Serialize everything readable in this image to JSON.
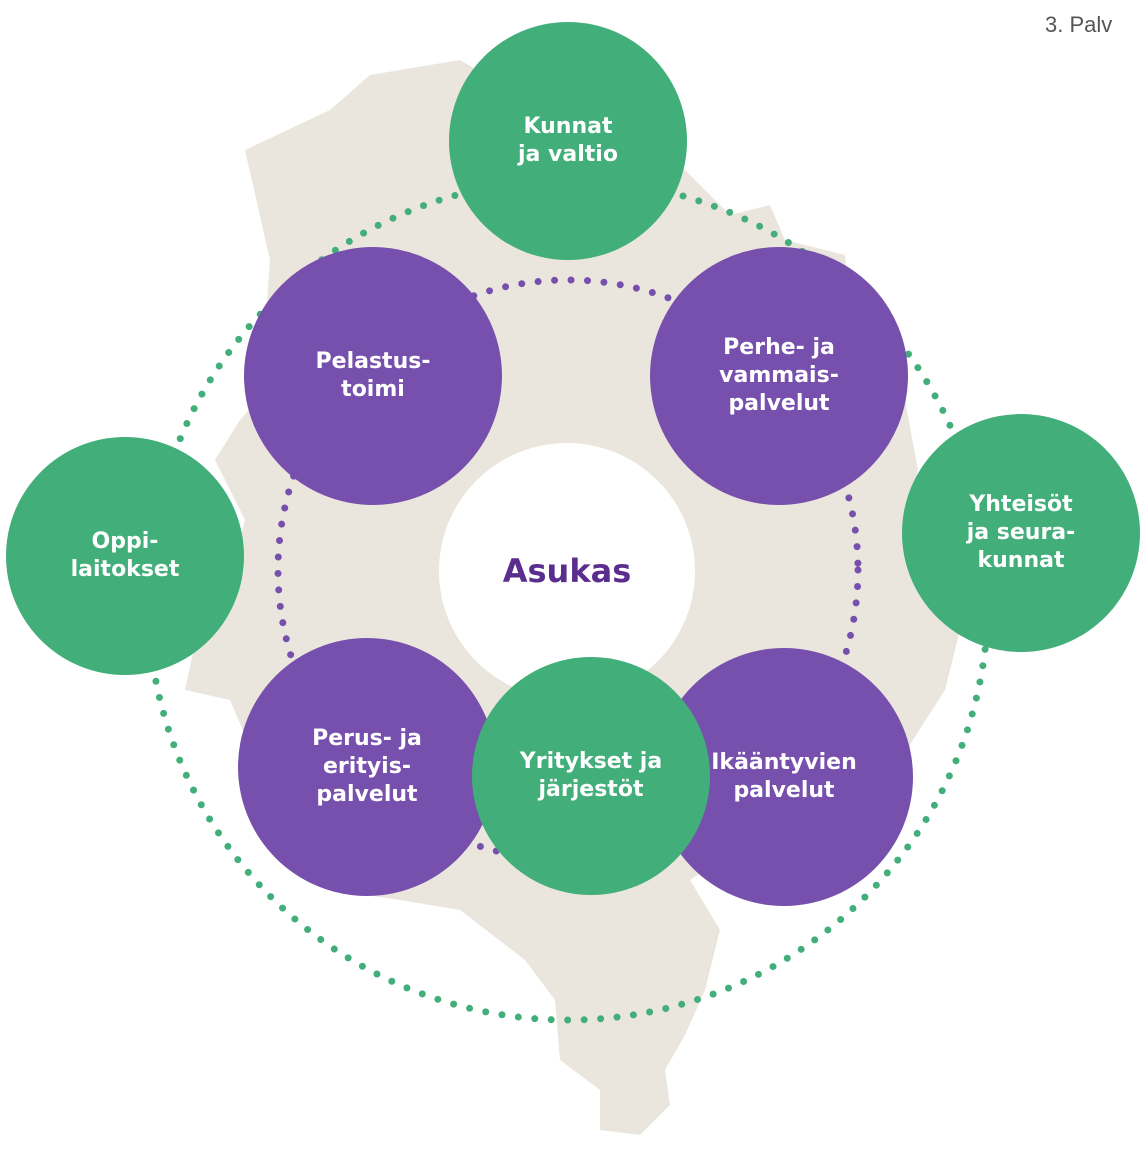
{
  "corner_label": "3. Palv",
  "colors": {
    "map": "#ebe6dd",
    "outer_node": "#42ae7a",
    "inner_node": "#7650ac",
    "center_node": "#ffffff",
    "center_text": "#5b2d8e",
    "outer_ring": "#42ae7a",
    "inner_ring": "#7650ac"
  },
  "center": {
    "label": "Asukas"
  },
  "inner_nodes": [
    {
      "id": "pelastustoimi",
      "label": "Pelastus-\ntoimi"
    },
    {
      "id": "perhe-ja-vammaispalvelut",
      "label": "Perhe- ja\nvammais-\npalvelut"
    },
    {
      "id": "perus-ja-erityispalvelut",
      "label": "Perus- ja\nerityis-\npalvelut"
    },
    {
      "id": "ikaantyvien-palvelut",
      "label": "Ikääntyvien\npalvelut"
    }
  ],
  "outer_nodes": [
    {
      "id": "kunnat-ja-valtio",
      "label": "Kunnat\nja valtio"
    },
    {
      "id": "oppilaitokset",
      "label": "Oppi-\nlaitokset"
    },
    {
      "id": "yhteisot-ja-seurakunnat",
      "label": "Yhteisöt\nja seura-\nkunnat"
    },
    {
      "id": "yritykset-ja-jarjestot",
      "label": "Yritykset ja\njärjestöt"
    }
  ]
}
